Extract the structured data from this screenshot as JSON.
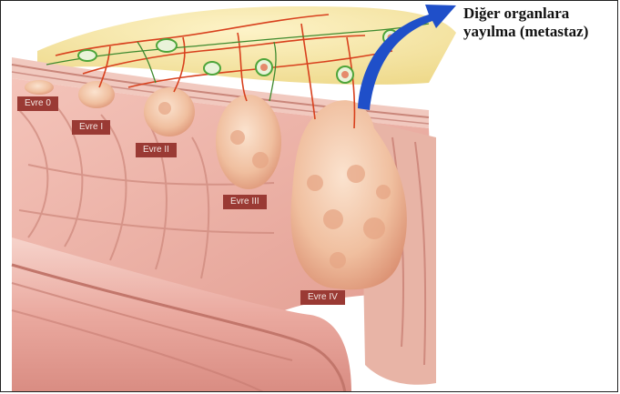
{
  "stages": [
    {
      "id": "evre-0",
      "label": "Evre 0"
    },
    {
      "id": "evre-1",
      "label": "Evre I"
    },
    {
      "id": "evre-2",
      "label": "Evre II"
    },
    {
      "id": "evre-3",
      "label": "Evre III"
    },
    {
      "id": "evre-4",
      "label": "Evre IV"
    }
  ],
  "metastasis": {
    "line1": "Diğer organlara",
    "line2": "yayılma (metastaz)"
  },
  "colors": {
    "mucosa": "#e7a49a",
    "tumor": "#f2c6a6",
    "fat": "#f3e3a0",
    "vessel": "#d8401d",
    "lymph": "#4ea53a",
    "arrow": "#1f4fc9",
    "label_bg": "#9a3a34"
  }
}
